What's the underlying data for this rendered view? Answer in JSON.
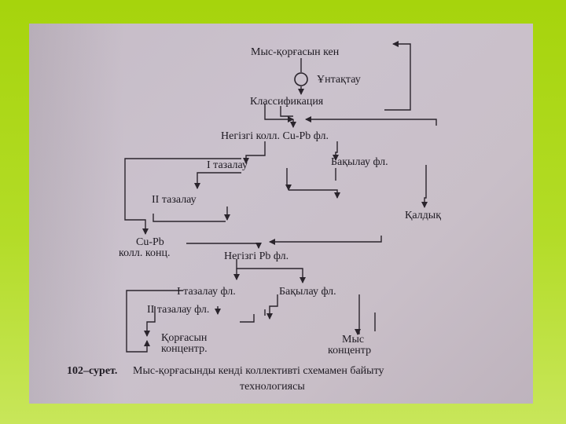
{
  "diagram": {
    "nodes": {
      "ore": "Мыс-қорғасын кен",
      "crushing": "Ұнтақтау",
      "classification": "Классификация",
      "main_bulk": "Негізгі колл. Cu-Pb фл.",
      "cleaning1": "I тазалау",
      "control": "Бақылау фл.",
      "cleaning2": "II тазалау",
      "tailings": "Қалдық",
      "bulk_conc_1": "Cu-Pb",
      "bulk_conc_2": "колл. конц.",
      "main_pb": "Негізгі Pb фл.",
      "cleaning1_fl": "I тазалау фл.",
      "control_fl": "Бақылау фл.",
      "cleaning2_fl": "II тазалау фл.",
      "lead_conc_1": "Қорғасын",
      "lead_conc_2": "концентр.",
      "copper_conc_1": "Мыс",
      "copper_conc_2": "концентр"
    },
    "caption": {
      "number": "102–сурет.",
      "line1": "Мыс-қорғасынды кенді коллективті схемамен байыту",
      "line2": "технологиясы"
    }
  }
}
